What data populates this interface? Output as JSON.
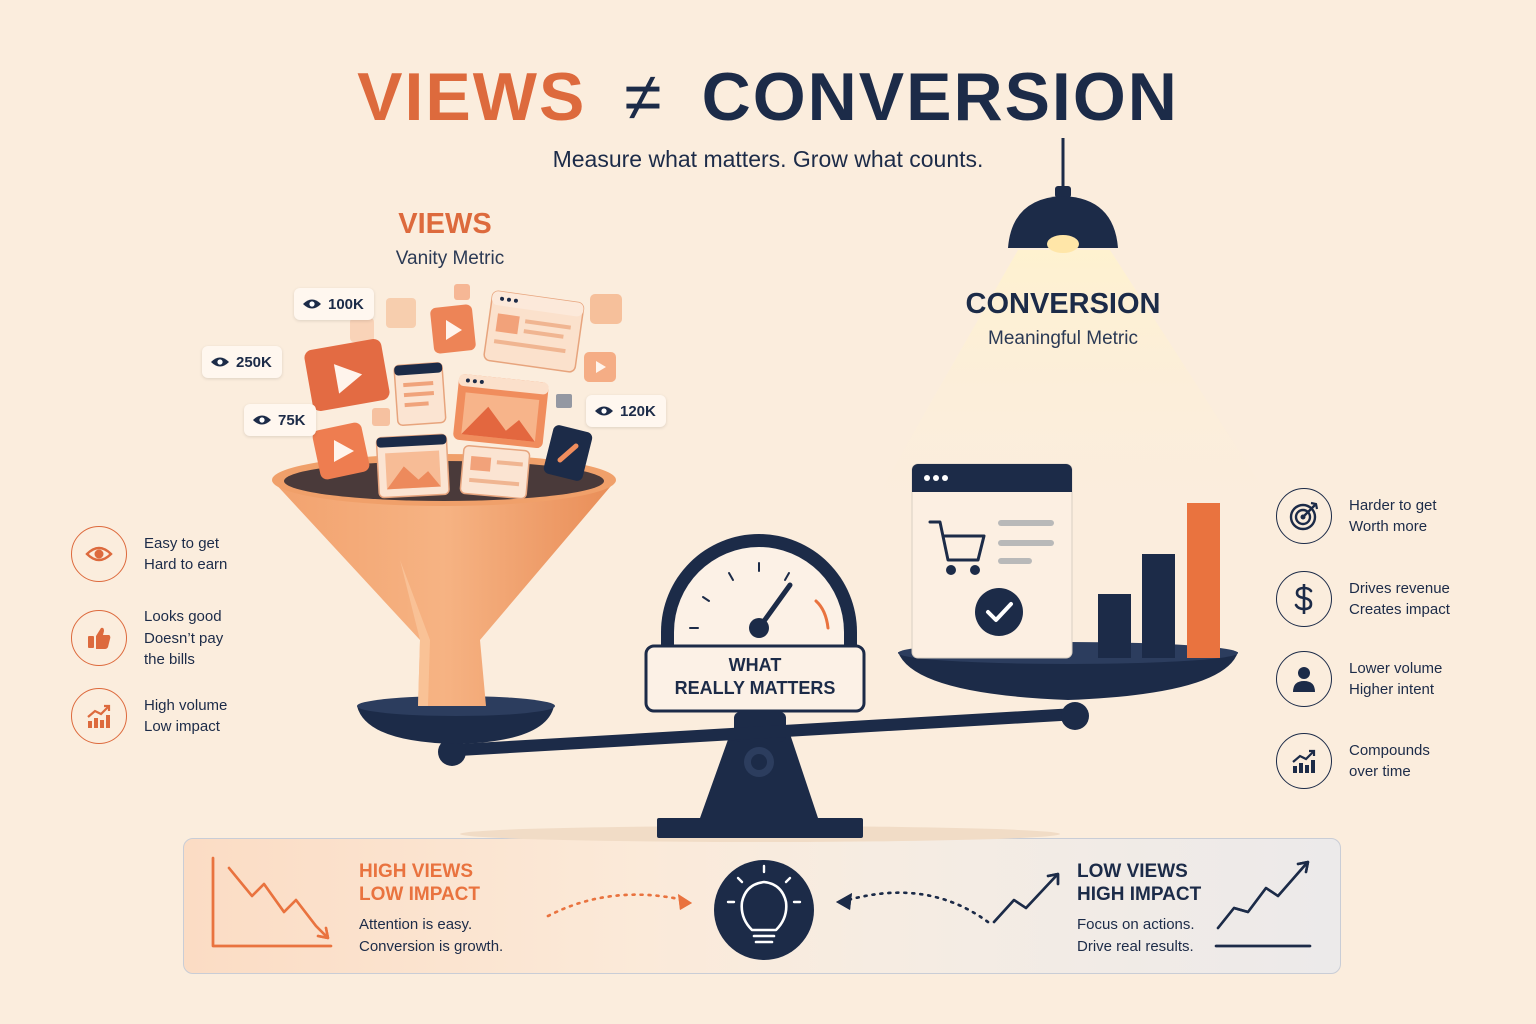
{
  "header": {
    "title_left": "VIEWS",
    "title_symbol": "≠",
    "title_right": "CONVERSION",
    "subtitle": "Measure what matters. Grow what counts."
  },
  "views_section": {
    "title": "VIEWS",
    "subtitle": "Vanity Metric",
    "badges": [
      "100K",
      "250K",
      "75K",
      "120K"
    ]
  },
  "conversion_section": {
    "title": "CONVERSION",
    "subtitle": "Meaningful Metric"
  },
  "scale": {
    "label_line1": "WHAT",
    "label_line2": "REALLY MATTERS"
  },
  "left_items": [
    {
      "icon": "eye-icon",
      "line1": "Easy to get",
      "line2": "Hard to earn",
      "line3": ""
    },
    {
      "icon": "thumbs-up-icon",
      "line1": "Looks good",
      "line2": "Doesn’t pay",
      "line3": "the bills"
    },
    {
      "icon": "growth-chart-icon",
      "line1": "High volume",
      "line2": "Low impact",
      "line3": ""
    }
  ],
  "right_items": [
    {
      "icon": "target-icon",
      "line1": "Harder to get",
      "line2": "Worth more"
    },
    {
      "icon": "dollar-icon",
      "line1": "Drives revenue",
      "line2": "Creates impact"
    },
    {
      "icon": "person-icon",
      "line1": "Lower volume",
      "line2": "Higher intent"
    },
    {
      "icon": "growth-chart-icon",
      "line1": "Compounds",
      "line2": "over time"
    }
  ],
  "bottom_panel": {
    "left": {
      "head1": "HIGH VIEWS",
      "head2": "LOW IMPACT",
      "body1": "Attention is easy.",
      "body2": "Conversion is growth."
    },
    "right": {
      "head1": "LOW VIEWS",
      "head2": "HIGH IMPACT",
      "body1": "Focus on actions.",
      "body2": "Drive real results."
    },
    "center_icon": "lightbulb-icon"
  },
  "colors": {
    "accent_orange": "#dd6a3d",
    "navy": "#1c2b48",
    "background": "#fbeddd",
    "peach": "#f2a26e"
  }
}
